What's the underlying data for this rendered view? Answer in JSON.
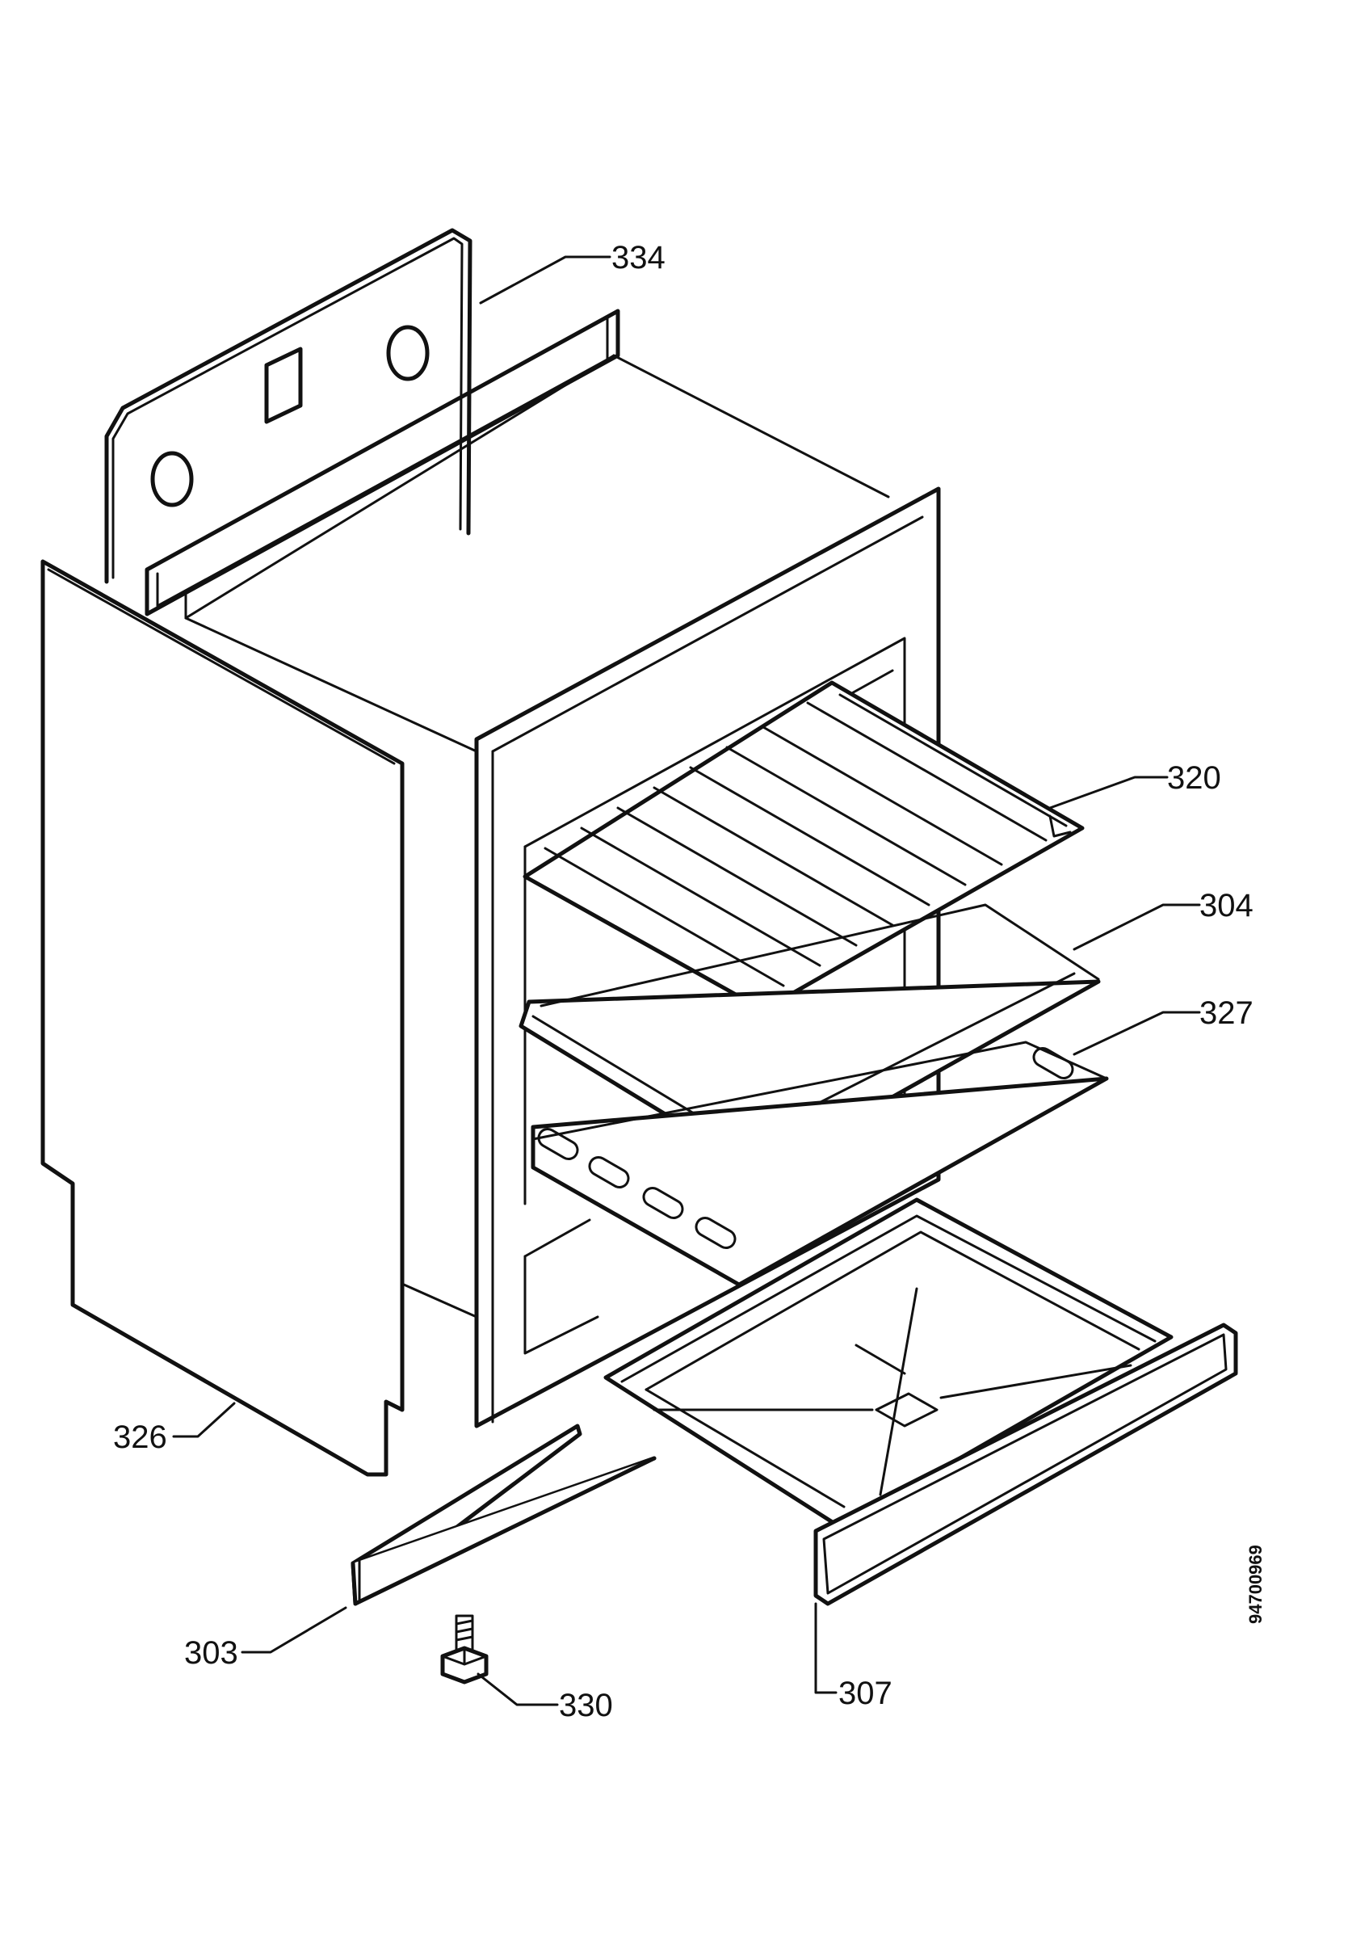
{
  "labels": {
    "l334": "334",
    "l320": "320",
    "l304": "304",
    "l327": "327",
    "l326": "326",
    "l303": "303",
    "l330": "330",
    "l307": "307"
  },
  "doc_id": "94700969"
}
